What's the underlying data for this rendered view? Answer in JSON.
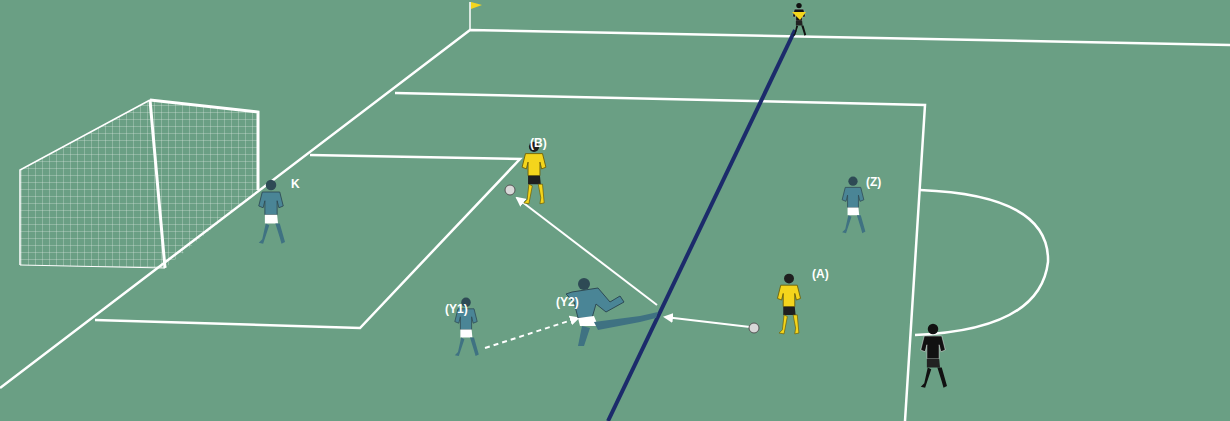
{
  "diagram": {
    "labels": [
      "K",
      "(B)",
      "(Z)",
      "(A)",
      "(Y1)",
      "(Y2)"
    ]
  }
}
